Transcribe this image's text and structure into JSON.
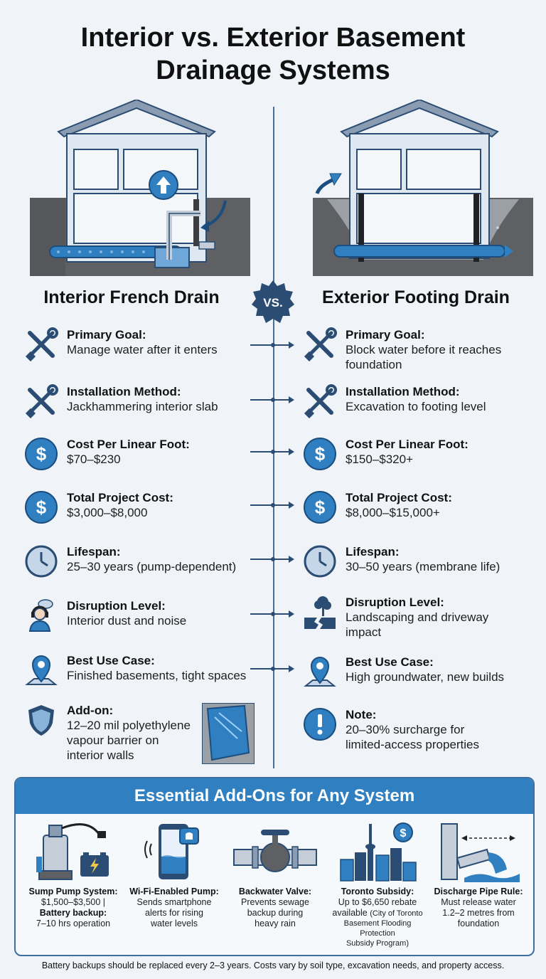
{
  "title": {
    "line1": "Interior vs. Exterior Basement",
    "line2": "Drainage Systems"
  },
  "vs_label": "VS.",
  "left": {
    "heading": "Interior French Drain",
    "rows": [
      {
        "label": "Primary Goal:",
        "value": "Manage water after it enters",
        "icon": "wrench-screwdriver-icon"
      },
      {
        "label": "Installation Method:",
        "value": "Jackhammering interior slab",
        "icon": "wrench-screwdriver-icon"
      },
      {
        "label": "Cost Per Linear Foot:",
        "value": "$70–$230",
        "icon": "dollar-icon"
      },
      {
        "label": "Total Project Cost:",
        "value": "$3,000–$8,000",
        "icon": "dollar-icon"
      },
      {
        "label": "Lifespan:",
        "value": "25–30 years (pump-dependent)",
        "icon": "clock-icon"
      },
      {
        "label": "Disruption Level:",
        "value": "Interior dust and noise",
        "icon": "headphones-person-icon"
      },
      {
        "label": "Best Use Case:",
        "value": "Finished basements, tight spaces",
        "icon": "map-pin-icon"
      },
      {
        "label": "Add-on:",
        "value_lines": [
          "12–20 mil polyethylene",
          "vapour barrier on",
          "interior walls"
        ],
        "icon": "shield-icon"
      }
    ]
  },
  "right": {
    "heading": "Exterior Footing Drain",
    "rows": [
      {
        "label": "Primary Goal:",
        "value_lines": [
          "Block water before it reaches",
          "foundation"
        ],
        "icon": "wrench-screwdriver-icon"
      },
      {
        "label": "Installation Method:",
        "value": "Excavation to footing level",
        "icon": "wrench-screwdriver-icon"
      },
      {
        "label": "Cost Per Linear Foot:",
        "value": "$150–$320+",
        "icon": "dollar-icon"
      },
      {
        "label": "Total Project Cost:",
        "value": "$8,000–$15,000+",
        "icon": "dollar-icon"
      },
      {
        "label": "Lifespan:",
        "value": "30–50 years (membrane life)",
        "icon": "clock-icon"
      },
      {
        "label": "Disruption Level:",
        "value_lines": [
          "Landscaping and driveway",
          "impact"
        ],
        "icon": "tree-crack-icon"
      },
      {
        "label": "Best Use Case:",
        "value": "High groundwater, new builds",
        "icon": "map-pin-icon"
      },
      {
        "label": "Note:",
        "value_lines": [
          "20–30% surcharge for",
          "limited-access properties"
        ],
        "icon": "exclamation-icon"
      }
    ]
  },
  "addons": {
    "heading": "Essential Add-Ons for Any System",
    "items": [
      {
        "label": "Sump Pump System:",
        "value": "$1,500–$3,500 |",
        "label2": "Battery backup:",
        "value2": "7–10 hrs operation"
      },
      {
        "label": "Wi-Fi-Enabled Pump:",
        "value_lines": [
          "Sends smartphone",
          "alerts for rising",
          "water levels"
        ]
      },
      {
        "label": "Backwater Valve:",
        "value_lines": [
          "Prevents sewage",
          "backup during",
          "heavy rain"
        ]
      },
      {
        "label": "Toronto Subsidy:",
        "value_lines": [
          "Up to $6,650 rebate",
          "available"
        ],
        "small_lines": [
          "(City of Toronto",
          "Basement Flooding Protection",
          "Subsidy Program)"
        ]
      },
      {
        "label": "Discharge Pipe Rule:",
        "value_lines": [
          "Must release water",
          "1.2–2 metres from",
          "foundation"
        ]
      }
    ]
  },
  "footer": "Battery backups should be replaced every 2–3 years. Costs vary by soil type, excavation needs, and property access.",
  "colors": {
    "accent": "#2f7fc1",
    "navy": "#2b4d73",
    "background": "#f0f4f9",
    "soil": "#5e6063"
  }
}
